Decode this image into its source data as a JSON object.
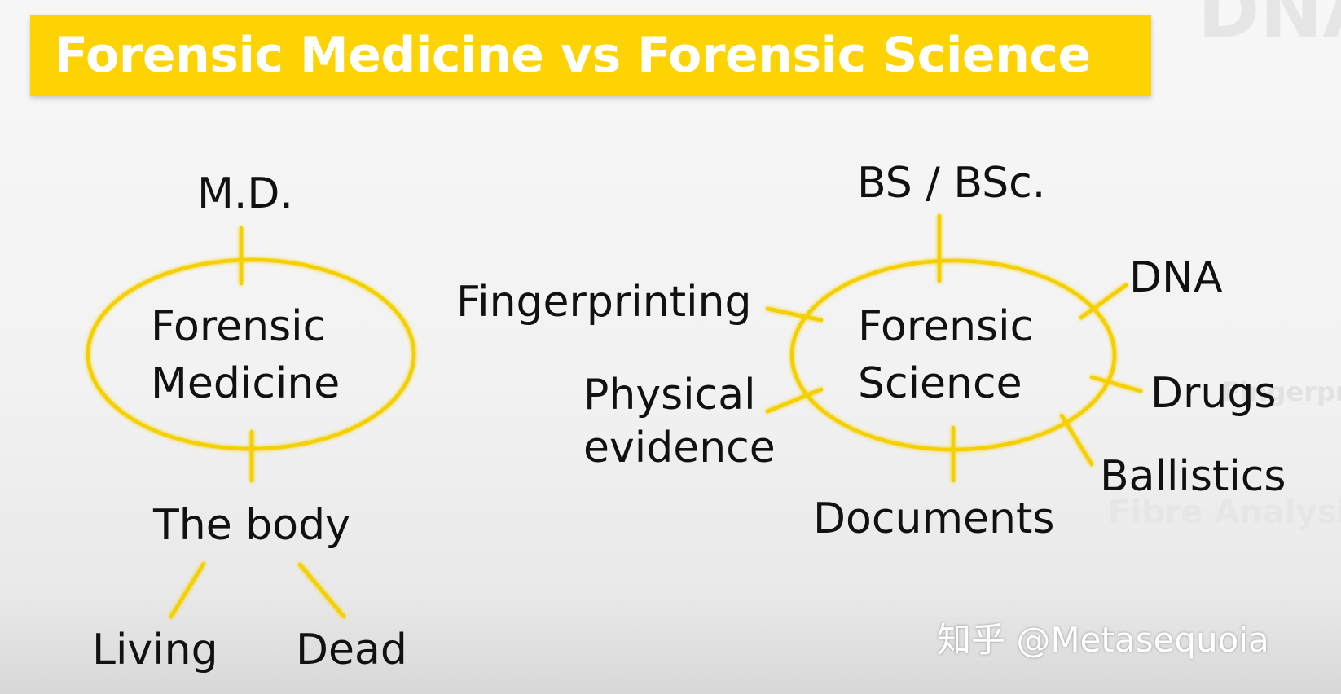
{
  "title": "Forensic Medicine vs Forensic Science",
  "background_text": {
    "top_right": "DNA",
    "mid_right": "Fingerprint",
    "lower_right": "Fibre Analysis"
  },
  "medicine": {
    "center": [
      "Forensic",
      "Medicine"
    ],
    "degree": "M.D.",
    "subject": "The body",
    "branches": [
      "Living",
      "Dead"
    ]
  },
  "science": {
    "center": [
      "Forensic",
      "Science"
    ],
    "degree": "BS / BSc.",
    "fields": {
      "fingerprinting": "Fingerprinting",
      "physical_evidence": [
        "Physical",
        "evidence"
      ],
      "documents": "Documents",
      "dna": "DNA",
      "drugs": "Drugs",
      "ballistics": "Ballistics"
    }
  },
  "watermark": "知乎 @Metasequoia",
  "colors": {
    "title_bar": "#fdd304",
    "ellipse": "#ffd700",
    "connector": "#f5d000",
    "text": "#111111"
  }
}
